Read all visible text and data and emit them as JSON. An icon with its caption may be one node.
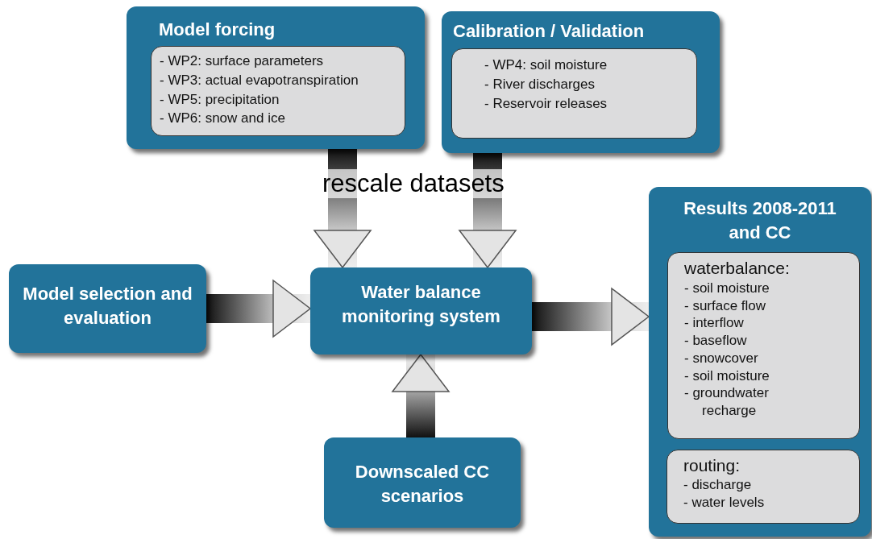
{
  "diagram": {
    "nodes": [
      {
        "text": [
          "Model forcing"
        ]
      },
      {
        "text": [
          "- WP2: surface parameters",
          "- WP3: actual evapotranspiration",
          "- WP5: precipitation",
          "- WP6: snow and ice"
        ],
        "in": 0
      },
      {
        "text": [
          "Calibration / Validation"
        ]
      },
      {
        "text": [
          "- WP4: soil moisture",
          "- River discharges",
          "- Reservoir releases"
        ],
        "in": 2
      },
      {
        "text": [
          "Model selection and evaluation"
        ]
      },
      {
        "text": [
          "Water balance monitoring system"
        ]
      },
      {
        "text": [
          "Results 2008-2011 and CC"
        ]
      },
      {
        "text": [
          "waterbalance:",
          "- soil moisture",
          "- surface flow",
          "- interflow",
          "- baseflow",
          "- snowcover",
          "- soil moisture",
          "- groundwater recharge"
        ],
        "in": 6
      },
      {
        "text": [
          "routing:",
          "- discharge",
          "- water levels"
        ],
        "in": 6
      },
      {
        "text": [
          "Downscaled CC scenarios"
        ]
      }
    ],
    "edges": [
      {
        "from": 0,
        "to": 5,
        "arrow": "to",
        "style": "thick"
      },
      {
        "from": 2,
        "to": 5,
        "arrow": "to",
        "style": "thick"
      },
      {
        "from": 4,
        "to": 5,
        "arrow": "to",
        "style": "thick"
      },
      {
        "from": 5,
        "to": 6,
        "arrow": "to",
        "style": "thick"
      },
      {
        "from": 9,
        "to": 5,
        "arrow": "to",
        "style": "thick"
      }
    ],
    "labels": [
      "rescale datasets"
    ]
  }
}
